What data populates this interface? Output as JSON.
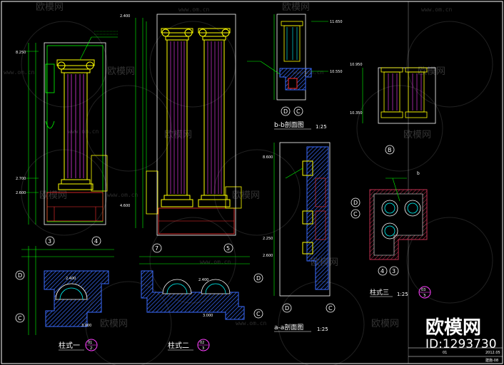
{
  "watermark": {
    "brand": "欧模网",
    "site": "www.om.cn"
  },
  "brand_logo": "欧模网",
  "brand_id": "ID:1293730",
  "dims": {
    "d1": "8.250",
    "d2": "2.700",
    "d3": "2.600",
    "d4": "2.400",
    "d5": "4.600",
    "d6": "8.600",
    "d7": "2.250",
    "d8": "3.000",
    "d9": "11.650",
    "d10": "10.550",
    "d11": "10.950",
    "d12": "10.350"
  },
  "axis": {
    "a3": "3",
    "a4": "4",
    "a7": "7",
    "a5": "5",
    "aD": "D",
    "aC": "C",
    "aB": "B",
    "ab": "b"
  },
  "section_titles": {
    "bb": "b-b剖面图",
    "bb_scale": "1:25",
    "aa": "a-a剖面图",
    "aa_scale": "1:25",
    "s3": "柱式三",
    "s3_scale": "1:25",
    "s1": "柱式一",
    "s2": "柱式二"
  },
  "bubbles": {
    "b01_top": "01",
    "b01_bot": "2",
    "b02_top": "02",
    "b02_bot": "3",
    "b03_top": "03",
    "b03_bot": "3"
  },
  "title_block": {
    "date": "2012.05",
    "sheet": "建施-08",
    "no": "01"
  }
}
